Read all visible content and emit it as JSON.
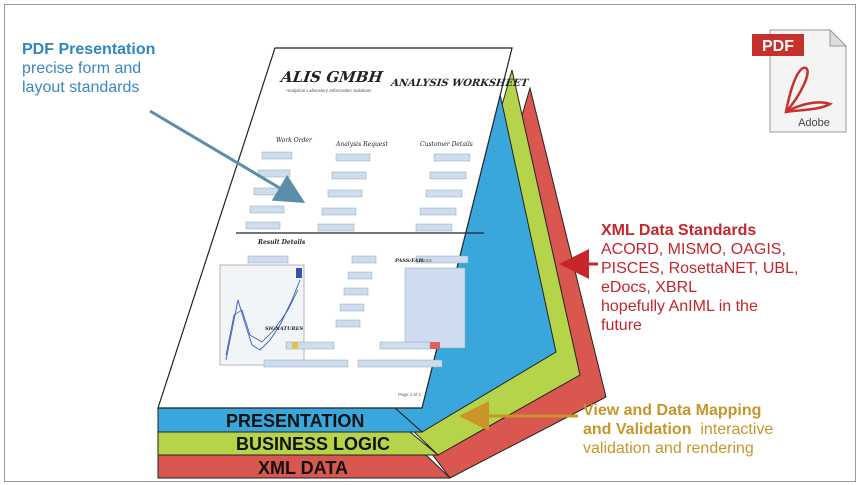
{
  "pdf_note": {
    "title": "PDF Presentation",
    "line1": "precise form and",
    "line2": "layout standards"
  },
  "xml_note": {
    "title": "XML Data Standards",
    "line1": "ACORD, MISMO, OAGIS,",
    "line2": "PISCES, RosettaNET, UBL,",
    "line3": "eDocs, XBRL",
    "line4": "hopefully AnIML in the",
    "line5": "future"
  },
  "view_note": {
    "title_line1": "View and Data Mapping",
    "title_line2": "and Validation",
    "rest_line2": "interactive",
    "line3": "validation and rendering"
  },
  "layers": {
    "presentation": "PRESENTATION",
    "business_logic": "BUSINESS LOGIC",
    "xml_data": "XML DATA"
  },
  "pdf_icon": {
    "label": "PDF",
    "brand": "Adobe"
  },
  "document": {
    "logo": "ALIS GMBH",
    "tagline": "Analytical Laboratory Information Solutions",
    "heading": "ANALYSIS WORKSHEET",
    "col1": "Work Order",
    "col2": "Analysis Request",
    "col3": "Customer Details",
    "results": "Result Details",
    "passfail": "PASS/FAIL",
    "pass": "PASS",
    "signatures": "SIGNATURES",
    "page": "Page 1 of 1"
  },
  "colors": {
    "presentation": "#3aa7dc",
    "business_logic": "#b5d449",
    "xml_data": "#d9574e",
    "pdf_note": "#2f86c2",
    "xml_note": "#c4262c",
    "view_note": "#c9952a"
  }
}
